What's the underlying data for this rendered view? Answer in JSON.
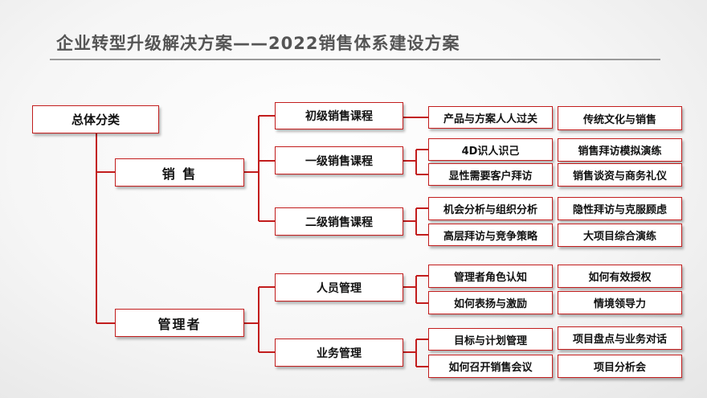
{
  "title": "企业转型升级解决方案——2022销售体系建设方案",
  "root": "总体分类",
  "branches": {
    "sales": "销 售",
    "manager": "管理者"
  },
  "courses": {
    "c1": "初级销售课程",
    "c2": "一级销售课程",
    "c3": "二级销售课程",
    "m1": "人员管理",
    "m2": "业务管理"
  },
  "leaves": {
    "c1_a": "产品与方案人人过关",
    "c1_b": "传统文化与销售",
    "c2_a": "4D识人识己",
    "c2_b": "销售拜访模拟演练",
    "c2_c": "显性需要客户拜访",
    "c2_d": "销售谈资与商务礼仪",
    "c3_a": "机会分析与组织分析",
    "c3_b": "隐性拜访与克服顾虑",
    "c3_c": "高层拜访与竞争策略",
    "c3_d": "大项目综合演练",
    "m1_a": "管理者角色认知",
    "m1_b": "如何有效授权",
    "m1_c": "如何表扬与激励",
    "m1_d": "情境领导力",
    "m2_a": "目标与计划管理",
    "m2_b": "项目盘点与业务对话",
    "m2_c": "如何召开销售会议",
    "m2_d": "项目分析会"
  },
  "colors": {
    "accent_red": "#c21d1d",
    "title_gray": "#555555"
  }
}
